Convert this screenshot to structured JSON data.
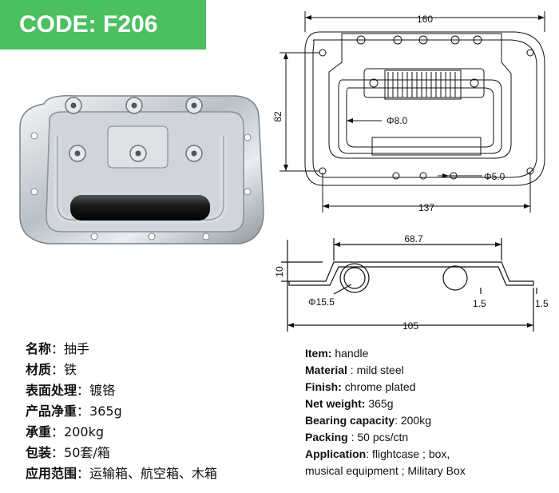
{
  "header": {
    "code": "CODE: F206"
  },
  "drawing": {
    "top_view": {
      "width": "160",
      "height": "82",
      "hole_spacing": "137",
      "grip_diameter": "Φ8.0",
      "hole_diameter": "Φ5.0"
    },
    "side_view": {
      "inner_width": "68.7",
      "depth": "10",
      "tube_diameter": "Φ15.5",
      "thickness_left": "1.5",
      "thickness_right": "1.5",
      "total_width": "105"
    }
  },
  "specs_cn": [
    {
      "key": "名称",
      "sep": "：",
      "value": "抽手"
    },
    {
      "key": "材质",
      "sep": "：",
      "value": "铁"
    },
    {
      "key": "表面处理",
      "sep": "：",
      "value": "镀铬"
    },
    {
      "key": "产品净重",
      "sep": "：",
      "value": "365g"
    },
    {
      "key": "承重",
      "sep": "：",
      "value": "200kg"
    },
    {
      "key": "包装",
      "sep": "：",
      "value": "50套/箱"
    },
    {
      "key": "应用范围",
      "sep": "：",
      "value": "运输箱、航空箱、木箱"
    }
  ],
  "specs_en": [
    {
      "key": "Item:",
      "value": " handle"
    },
    {
      "key": "Material",
      "value": " : mild steel"
    },
    {
      "key": "Finish:",
      "value": " chrome plated"
    },
    {
      "key": "Net weight:",
      "value": "  365g"
    },
    {
      "key": "Bearing capacity",
      "value": ": 200kg"
    },
    {
      "key": "Packing",
      "value": " : 50 pcs/ctn"
    },
    {
      "key": "Application",
      "value": ": flightcase ; box,"
    },
    {
      "key": "",
      "value": "musical equipment ; Military Box"
    }
  ]
}
